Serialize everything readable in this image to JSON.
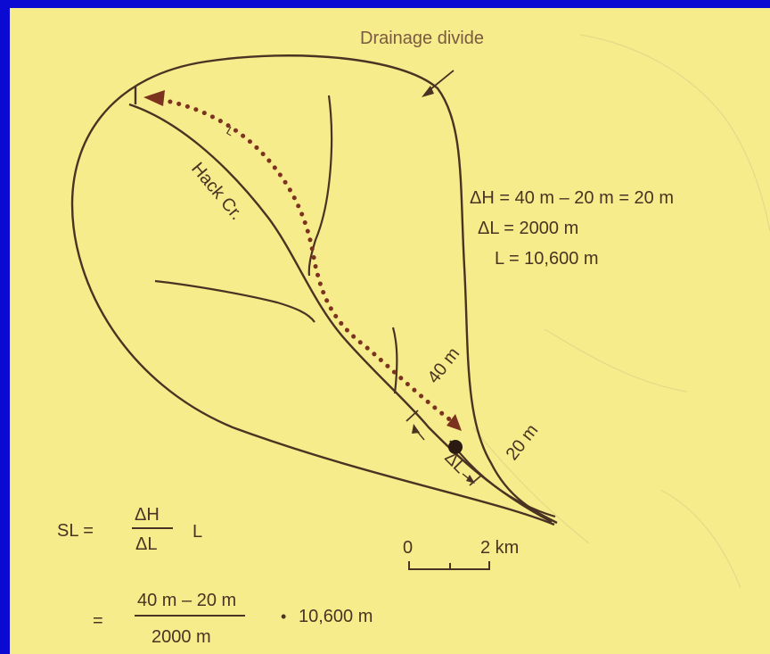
{
  "diagram": {
    "drainage_divide_label": "Drainage divide",
    "stream_name": "Hack Cr.",
    "path_label": "L",
    "contour_upper": "40 m",
    "contour_lower": "20 m",
    "delta_l_label": "ΔL",
    "values": {
      "delta_h": "ΔH = 40 m – 20 m = 20 m",
      "delta_l": "ΔL = 2000 m",
      "l": "L = 10,600 m"
    },
    "formula": {
      "lhs": "SL =",
      "numerator": "ΔH",
      "denominator": "ΔL",
      "multiplier": "L",
      "eq2": "=",
      "numerator2": "40 m – 20 m",
      "denominator2": "2000 m",
      "dot": "•",
      "value2": "10,600 m"
    },
    "scale_bar": {
      "start": "0",
      "end": "2 km"
    },
    "colors": {
      "ink": "#4a3322",
      "paper": "#f6ec8c",
      "frame": "#0a0ad2"
    }
  }
}
